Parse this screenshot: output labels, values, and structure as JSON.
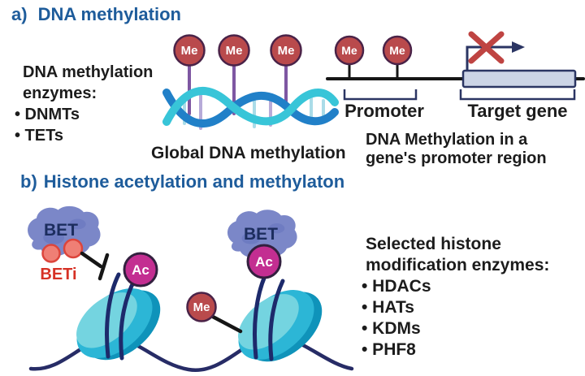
{
  "colors": {
    "heading_blue": "#1e5c9b",
    "body_text": "#1c1c1c",
    "methyl_red": "#b94a4c",
    "methyl_outline": "#4a2348",
    "lollipop_stick": "#7e57a2",
    "helix_blue": "#2180c8",
    "helix_cyan": "#38c5d8",
    "helix_rung": "#aadce8",
    "gene_line_black": "#161616",
    "navy": "#2b3563",
    "gene_box_fill": "#ccd4e6",
    "blocked_x_red": "#bf4442",
    "bet_fill": "#7b87c8",
    "bet_text": "#1c2d5e",
    "beti_fill": "#ef7f75",
    "beti_outline": "#dc453c",
    "beti_text": "#d63125",
    "ac_fill": "#c32e91",
    "ac_outline": "#33203f",
    "nucleosome_light": "#74d4e0",
    "nucleosome_mid": "#2cb6d6",
    "nucleosome_dark": "#0f93ba",
    "dna_wrap_navy": "#1d2a6b",
    "linker_dna": "#272c66"
  },
  "section_a": {
    "label": "a)",
    "title": "DNA methylation",
    "enzyme_heading_1": "DNA methylation",
    "enzyme_heading_2": "enzymes:",
    "enzymes": [
      "• DNMTs",
      "• TETs"
    ],
    "me_badge": "Me",
    "helix_caption": "Global DNA methylation",
    "promoter_label": "Promoter",
    "target_gene_label": "Target gene",
    "gene_caption_1": "DNA Methylation in a",
    "gene_caption_2": "gene's promoter region"
  },
  "section_b": {
    "label": "b)",
    "title": "Histone acetylation and methylaton",
    "bet_label": "BET",
    "beti_label": "BETi",
    "ac_badge": "Ac",
    "me_badge": "Me",
    "enzyme_heading_1": "Selected histone",
    "enzyme_heading_2": "modification enzymes:",
    "enzymes": [
      "• HDACs",
      "• HATs",
      "• KDMs",
      "• PHF8"
    ]
  }
}
